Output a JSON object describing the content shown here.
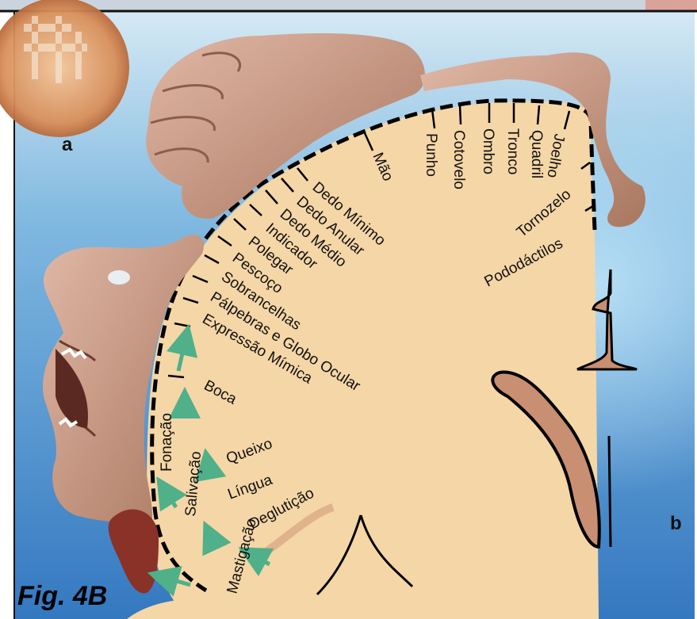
{
  "figure": {
    "caption": "Fig. 4B",
    "panel_a": "a",
    "panel_b": "b"
  },
  "labels": {
    "mao": "Mão",
    "punho": "Punho",
    "cotovelo": "Cotovelo",
    "ombro": "Ombro",
    "tronco": "Tronco",
    "quadril": "Quadril",
    "joelho": "Joelho",
    "tornozelo": "Tornozelo",
    "pododactilos": "Pododáctilos",
    "dedo_minimo": "Dedo Mínimo",
    "dedo_anular": "Dedo Anular",
    "dedo_medio": "Dedo Médio",
    "indicador": "Indicador",
    "polegar": "Polegar",
    "pescoco": "Pescoço",
    "sobrancelhas": "Sobrancelhas",
    "palpebras": "Pálpebras e Globo Ocular",
    "expressao": "Expressão Mímica",
    "boca": "Boca",
    "fonacao": "Fonação",
    "salivacao": "Salivação",
    "queixo": "Queixo",
    "lingua": "Língua",
    "degluticao": "Deglutição",
    "mastigacao": "Mastigação"
  },
  "colors": {
    "background_top": "#cfe6f3",
    "background_bottom": "#3d7fc4",
    "cortex": "#f5d6a6",
    "body_skin": "#c99a85",
    "outline": "#000000",
    "arrow": "#4fb08a"
  }
}
